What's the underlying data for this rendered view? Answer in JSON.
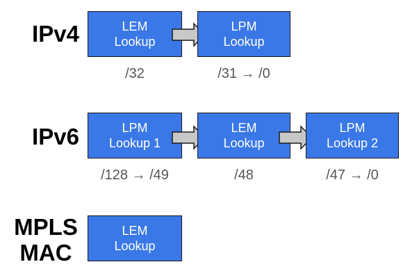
{
  "rows": [
    {
      "label": "IPv4",
      "boxes": [
        {
          "line1": "LEM",
          "line2": "Lookup"
        },
        {
          "line1": "LPM",
          "line2": "Lookup"
        }
      ],
      "prefixes": [
        "/32",
        "/31 → /0"
      ]
    },
    {
      "label": "IPv6",
      "boxes": [
        {
          "line1": "LPM",
          "line2": "Lookup 1"
        },
        {
          "line1": "LEM",
          "line2": "Lookup"
        },
        {
          "line1": "LPM",
          "line2": "Lookup 2"
        }
      ],
      "prefixes": [
        "/128 → /49",
        "/48",
        "/47 → /0"
      ]
    },
    {
      "label_line1": "MPLS",
      "label_line2": "MAC",
      "boxes": [
        {
          "line1": "LEM",
          "line2": "Lookup"
        }
      ]
    }
  ],
  "colors": {
    "box_fill": "#3b78e7",
    "arrow_fill": "#c8c8c8",
    "prefix_text": "#555555"
  },
  "icons": [
    "right-arrow-icon"
  ]
}
